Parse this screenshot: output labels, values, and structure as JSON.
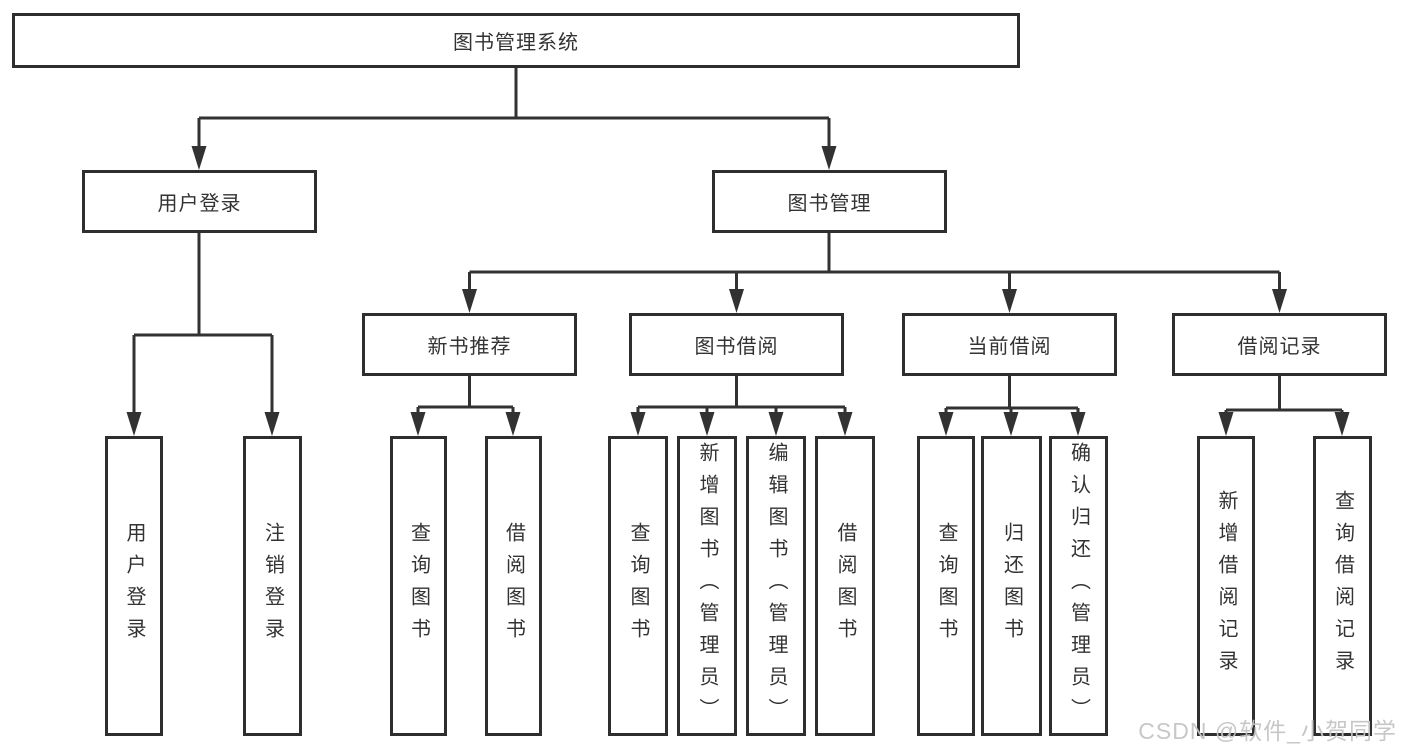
{
  "diagram": {
    "root": {
      "label": "图书管理系统"
    },
    "groups": [
      {
        "label": "用户登录",
        "children": [
          {
            "label": "用户登录"
          },
          {
            "label": "注销登录"
          }
        ]
      },
      {
        "label": "图书管理",
        "subgroups": [
          {
            "label": "新书推荐",
            "children": [
              {
                "label": "查询图书"
              },
              {
                "label": "借阅图书"
              }
            ]
          },
          {
            "label": "图书借阅",
            "children": [
              {
                "label": "查询图书"
              },
              {
                "label": "新增图书（管理员）"
              },
              {
                "label": "编辑图书（管理员）"
              },
              {
                "label": "借阅图书"
              }
            ]
          },
          {
            "label": "当前借阅",
            "children": [
              {
                "label": "查询图书"
              },
              {
                "label": "归还图书"
              },
              {
                "label": "确认归还（管理员）"
              }
            ]
          },
          {
            "label": "借阅记录",
            "children": [
              {
                "label": "新增借阅记录"
              },
              {
                "label": "查询借阅记录"
              }
            ]
          }
        ]
      }
    ],
    "colors": {
      "line": "#323232",
      "box_border": "#2e2e2e",
      "text": "#333333",
      "background": "#ffffff",
      "watermark": "#c4c4c4"
    }
  },
  "watermark": {
    "text": "CSDN @软件_小贺同学"
  }
}
